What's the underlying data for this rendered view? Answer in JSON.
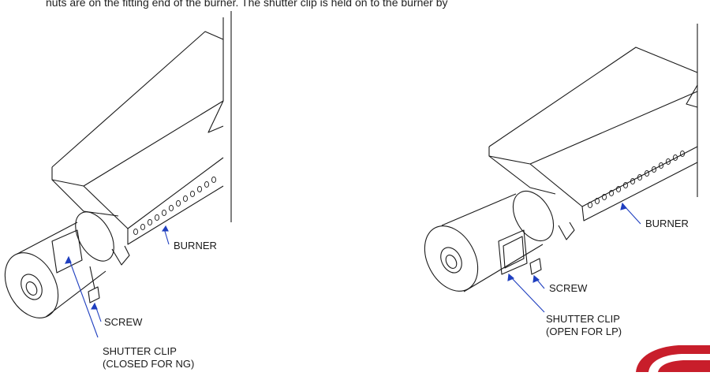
{
  "header": {
    "text": "nuts are on the fitting end of the burner. The shutter clip is held on to the burner by"
  },
  "left_figure": {
    "label_burner": "BURNER",
    "label_screw": "SCREW",
    "label_clip_line1": "SHUTTER CLIP",
    "label_clip_line2": "(CLOSED FOR NG)"
  },
  "right_figure": {
    "label_burner": "BURNER",
    "label_screw": "SCREW",
    "label_clip_line1": "SHUTTER CLIP",
    "label_clip_line2": "(OPEN FOR LP)"
  },
  "colors": {
    "leader": "#1f3fbf",
    "line": "#1a1a1a",
    "badge": "#c81e2b"
  }
}
